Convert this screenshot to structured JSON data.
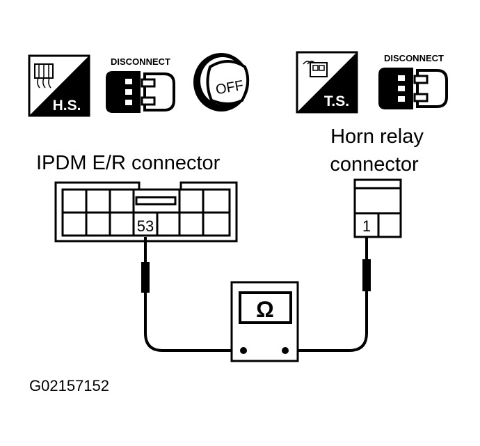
{
  "symbols": {
    "left_badge": "H.S.",
    "right_badge": "T.S.",
    "disconnect_left": "DISCONNECT",
    "disconnect_right": "DISCONNECT",
    "ignition": "OFF"
  },
  "connectors": {
    "ipdm_label": "IPDM E/R connector",
    "ipdm_terminal": "53",
    "horn_label_line1": "Horn relay",
    "horn_label_line2": "connector",
    "horn_terminal": "1"
  },
  "meter": {
    "symbol": "Ω"
  },
  "figure_id": "G02157152"
}
